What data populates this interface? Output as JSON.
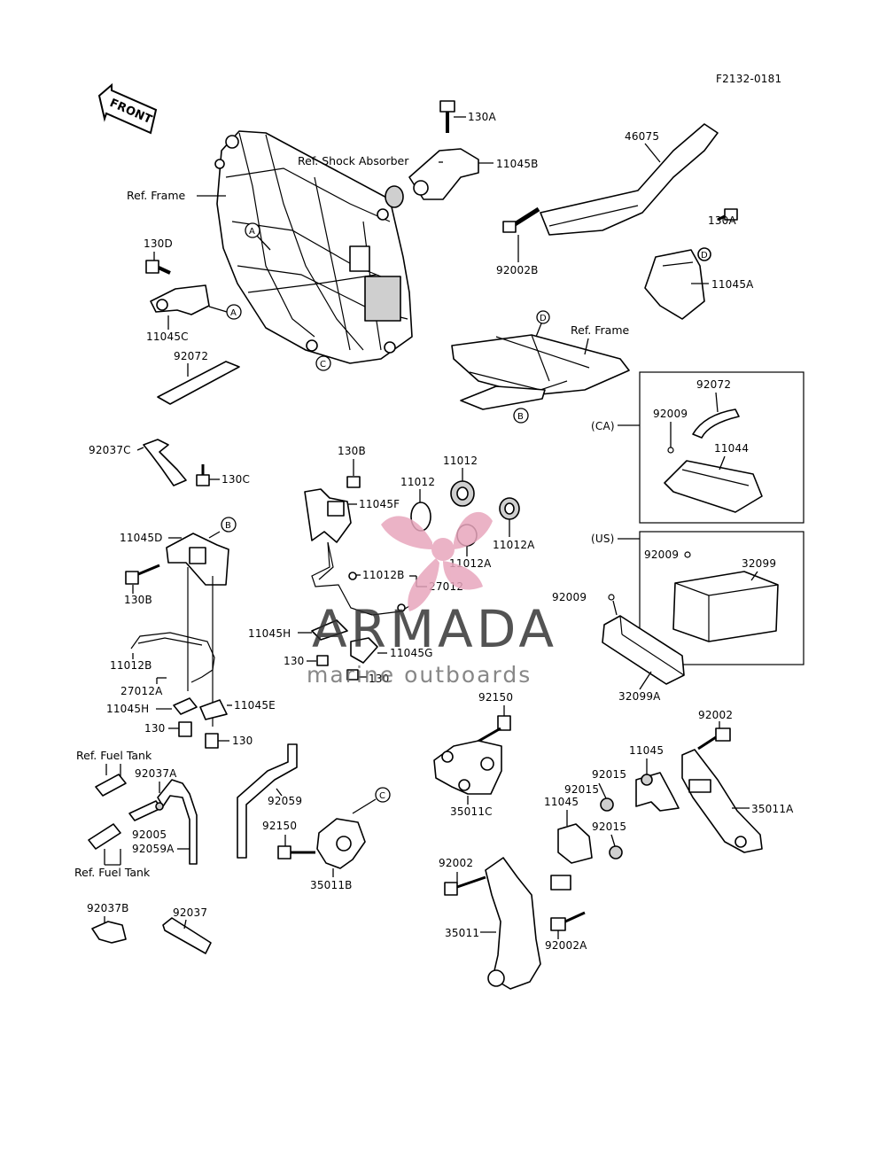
{
  "diagram_code": "F2132-0181",
  "front_label": "FRONT",
  "refs": {
    "shock": "Ref. Shock Absorber",
    "frame_left": "Ref. Frame",
    "frame_rear": "Ref. Frame",
    "fuel_tank_top": "Ref. Fuel Tank",
    "fuel_tank_bottom": "Ref. Fuel Tank"
  },
  "region_labels": {
    "ca": "(CA)",
    "us": "(US)"
  },
  "circle_markers": {
    "a": "A",
    "b": "B",
    "c": "C",
    "d": "D"
  },
  "parts": {
    "p130A_top": "130A",
    "p11045B": "11045B",
    "p46075": "46075",
    "p130A_right": "130A",
    "p11045A": "11045A",
    "p92002B": "92002B",
    "p130D": "130D",
    "p11045C": "11045C",
    "p92072_left": "92072",
    "p92072_ca": "92072",
    "p92009_ca": "92009",
    "p11044": "11044",
    "p92037C": "92037C",
    "p130C": "130C",
    "p130B_mid": "130B",
    "p11045F": "11045F",
    "p11012_a": "11012",
    "p11012_b": "11012",
    "p11012A_right": "11012A",
    "p11012A_mid": "11012A",
    "p11045D": "11045D",
    "p130B_left": "130B",
    "p11012B_mid": "11012B",
    "p27012_mid": "27012",
    "p92009_us": "92009",
    "p32099": "32099",
    "p92009_mid": "92009",
    "p11045H_mid": "11045H",
    "p130_mid_a": "130",
    "p11045G": "11045G",
    "p130_mid_b": "130",
    "p32099A": "32099A",
    "p11012B_left": "11012B",
    "p27012A": "27012A",
    "p11045H_left": "11045H",
    "p11045E": "11045E",
    "p130_left_a": "130",
    "p130_left_b": "130",
    "p92150_top": "92150",
    "p92002_right": "92002",
    "p11045_right": "11045",
    "p92015_a": "92015",
    "p92015_b": "92015",
    "p35011A": "35011A",
    "p11045_mid": "11045",
    "p35011C": "35011C",
    "p92015_c": "92015",
    "p92037A": "92037A",
    "p92059": "92059",
    "p92005": "92005",
    "p92059A": "92059A",
    "p92150_bot": "92150",
    "p35011B": "35011B",
    "p92002_left": "92002",
    "p92037B": "92037B",
    "p92037": "92037",
    "p35011": "35011",
    "p92002A": "92002A"
  },
  "watermark": {
    "brand": "ARMADA",
    "tagline": "marine outboards",
    "logo_color": "#e8a6bd"
  }
}
